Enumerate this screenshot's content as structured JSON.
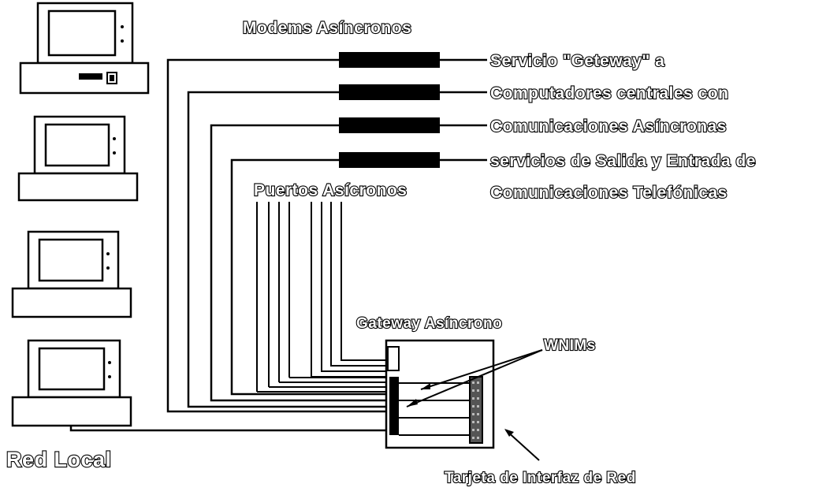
{
  "labels": {
    "modems": "Modems Asíncronos",
    "ports": "Puertos Asícronos",
    "gateway": "Gateway Asíncrono",
    "wnims": "WNIMs",
    "lan": "Red Local",
    "nic": "Tarjeta de Interfaz de Red"
  },
  "description_lines": [
    "Servicio \"Geteway\" a",
    "Computadores centrales con",
    "Comunicaciones Asíncronas",
    "servicios de Salida y Entrada de",
    "Comunicaciones Telefónicas"
  ],
  "colors": {
    "ink": "#000000",
    "paper": "#ffffff"
  }
}
